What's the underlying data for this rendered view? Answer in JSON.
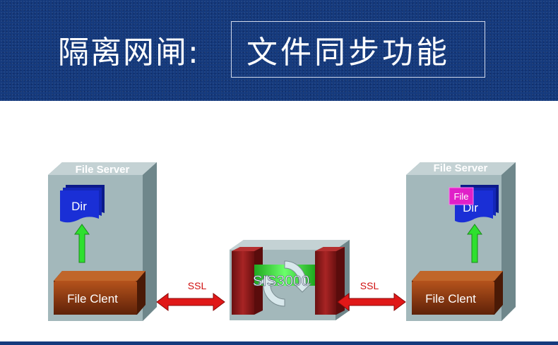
{
  "header": {
    "title_left": "隔离网闸:",
    "title_right": "文件同步功能"
  },
  "left_server": {
    "title": "File Server",
    "dir_label": "Dir",
    "client_label": "File Clent"
  },
  "right_server": {
    "title": "File Server",
    "dir_label": "Dir",
    "file_label": "File",
    "client_label": "File Clent"
  },
  "gateway": {
    "label": "SIS3000"
  },
  "links": {
    "left_label": "SSL",
    "right_label": "SSL"
  },
  "colors": {
    "header_bg": "#153a7d",
    "box_face": "#9fb4b8",
    "client": "#8a3a12",
    "dir": "#1a2fd6",
    "file_tag": "#e020c8",
    "arrow_green": "#2ee02e",
    "arrow_red": "#e01818",
    "ssl_text": "#d01010",
    "pillar": "#8b1a1a"
  }
}
